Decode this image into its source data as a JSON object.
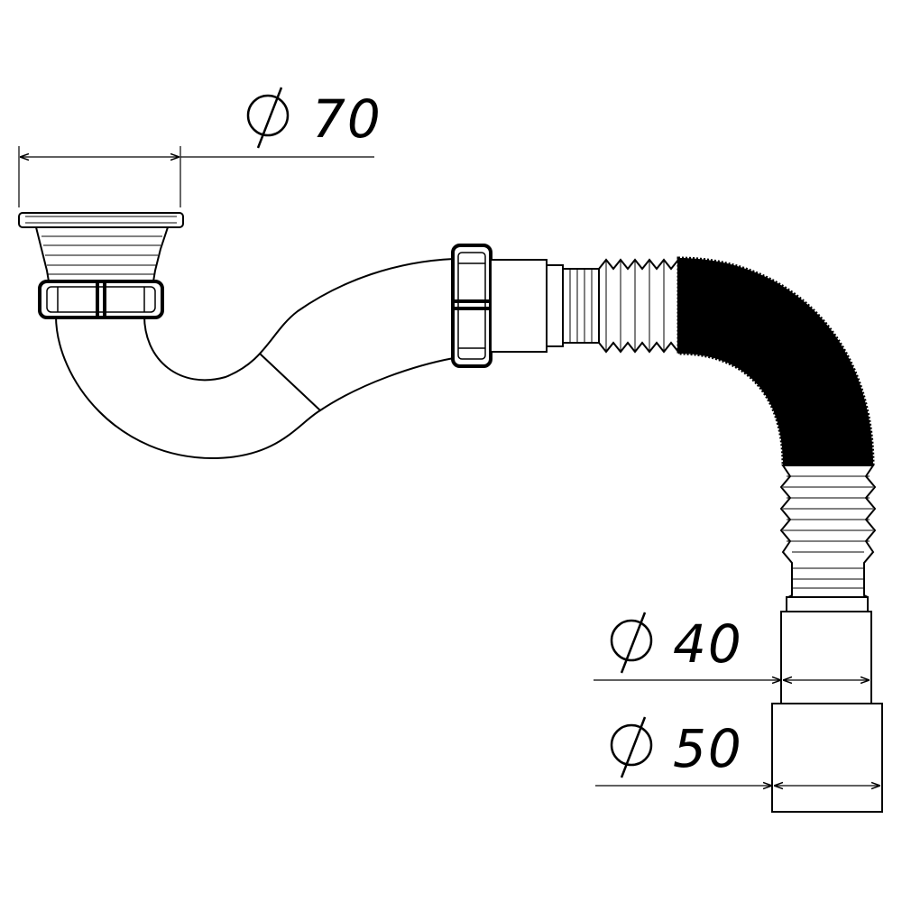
{
  "dimensions": {
    "inlet": {
      "value": "70"
    },
    "outlet_small": {
      "value": "40"
    },
    "outlet_large": {
      "value": "50"
    }
  },
  "colors": {
    "line": "#000000",
    "background": "#ffffff",
    "corrugated_fill": "#000000"
  }
}
